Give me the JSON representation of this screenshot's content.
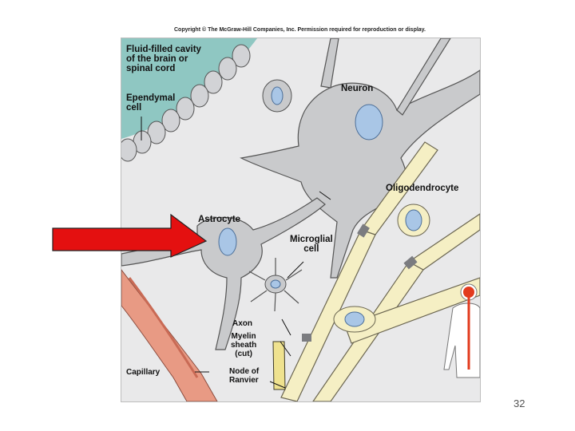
{
  "copyright": "Copyright © The McGraw-Hill Companies, Inc. Permission required for reproduction or display.",
  "labels": {
    "cavity": [
      "Fluid-filled cavity",
      "of the brain or",
      "spinal cord"
    ],
    "ependymal": [
      "Ependymal",
      "cell"
    ],
    "neuron": "Neuron",
    "oligodendrocyte": "Oligodendrocyte",
    "astrocyte": "Astrocyte",
    "microglial": [
      "Microglial",
      "cell"
    ],
    "axon": "Axon",
    "myelin": [
      "Myelin",
      "sheath",
      "(cut)"
    ],
    "capillary": "Capillary",
    "node": [
      "Node of",
      "Ranvier"
    ]
  },
  "page_number": "32",
  "colors": {
    "arrow": "#e41010",
    "cavity": "#8fc7c2",
    "cell_body": "#c9cacc",
    "nucleus": "#a9c6e6",
    "myelin": "#f5efc4",
    "capillary": "#e89a84",
    "spinal_cord": "#e23b1e"
  }
}
